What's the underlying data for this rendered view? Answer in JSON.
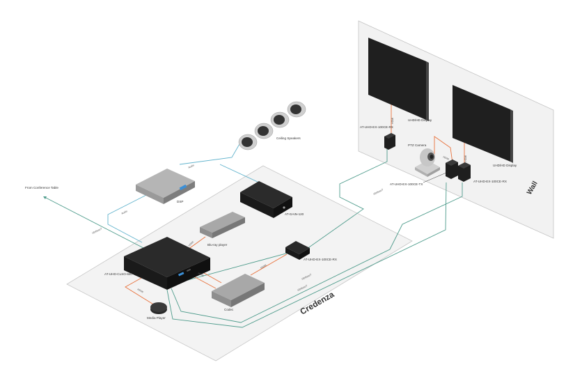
{
  "zones": {
    "wall": "Wall",
    "credenza": "Credenza"
  },
  "devices": {
    "display_left": "UHD/HD Display",
    "display_right": "UHD/HD Display",
    "ext_left": "AT-UHD-EX-100CE-RX",
    "ext_right": "AT-UHD-EX-100CE-RX",
    "ptz": "PTZ Camera",
    "ptz_tx": "AT-UHD-EX-100CE-TX",
    "speakers": "Ceiling Speakers",
    "dsp": "DSP",
    "amp": "AT-GAIN-120",
    "bluray": "Blu-ray player",
    "switcher": "AT-UHD-CLSO-840",
    "wall_ext": "AT-UHD-EX-100CE-RX",
    "codec": "Codec",
    "media": "Media Player",
    "conf_table": "From Conference Table"
  },
  "cables": {
    "hdmi": "HDMI",
    "hdbaset": "HDBaseT",
    "audio": "Audio",
    "audio_out": "Audio"
  },
  "colors": {
    "hdmi": "#e8703a",
    "hdbaset": "#4d9b8b",
    "audio": "#5fb2cc",
    "device": "#2a2a2a"
  }
}
